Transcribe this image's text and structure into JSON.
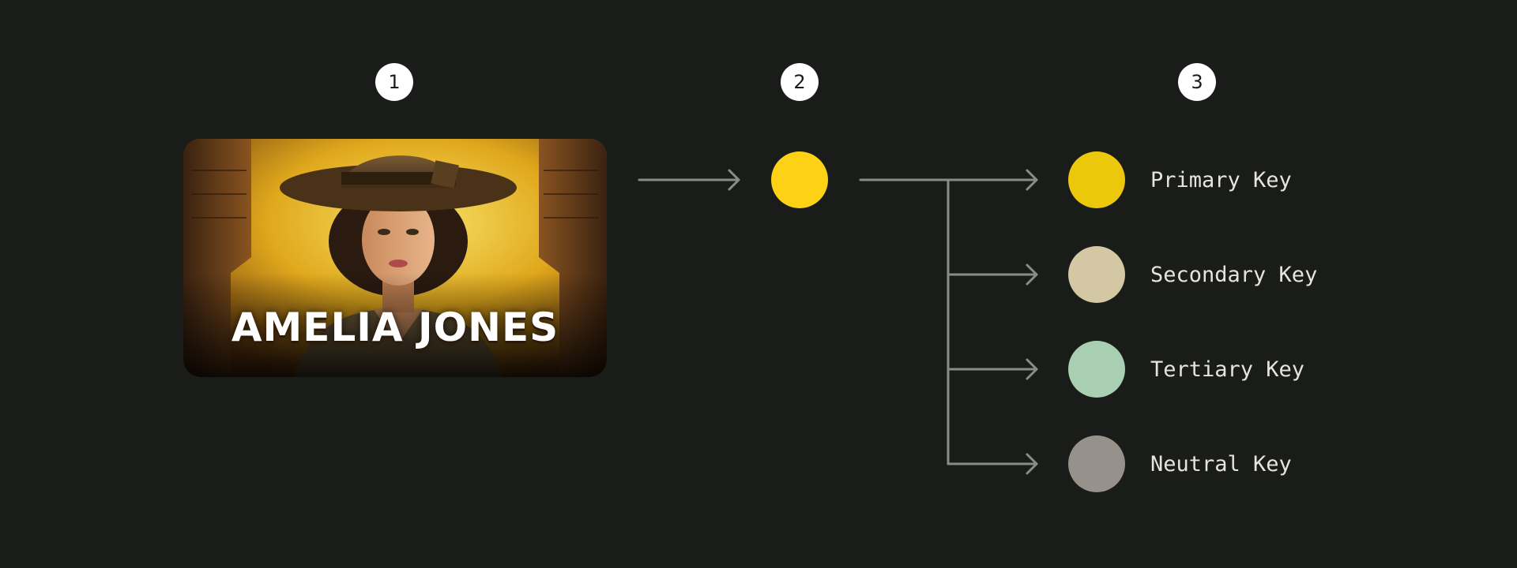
{
  "steps": [
    {
      "label": "1"
    },
    {
      "label": "2"
    },
    {
      "label": "3"
    }
  ],
  "hero": {
    "title": "AMELIA JONES",
    "image": "woman-in-fedora-illustration"
  },
  "seed_color": "#fcd116",
  "keys": [
    {
      "label": "Primary Key",
      "color": "#ecc80c"
    },
    {
      "label": "Secondary Key",
      "color": "#d3c7a4"
    },
    {
      "label": "Tertiary Key",
      "color": "#a8cfb2"
    },
    {
      "label": "Neutral Key",
      "color": "#96918b"
    }
  ],
  "colors": {
    "background": "#1a1c1a",
    "connector": "#8a8d86",
    "badge": "#ffffff"
  }
}
